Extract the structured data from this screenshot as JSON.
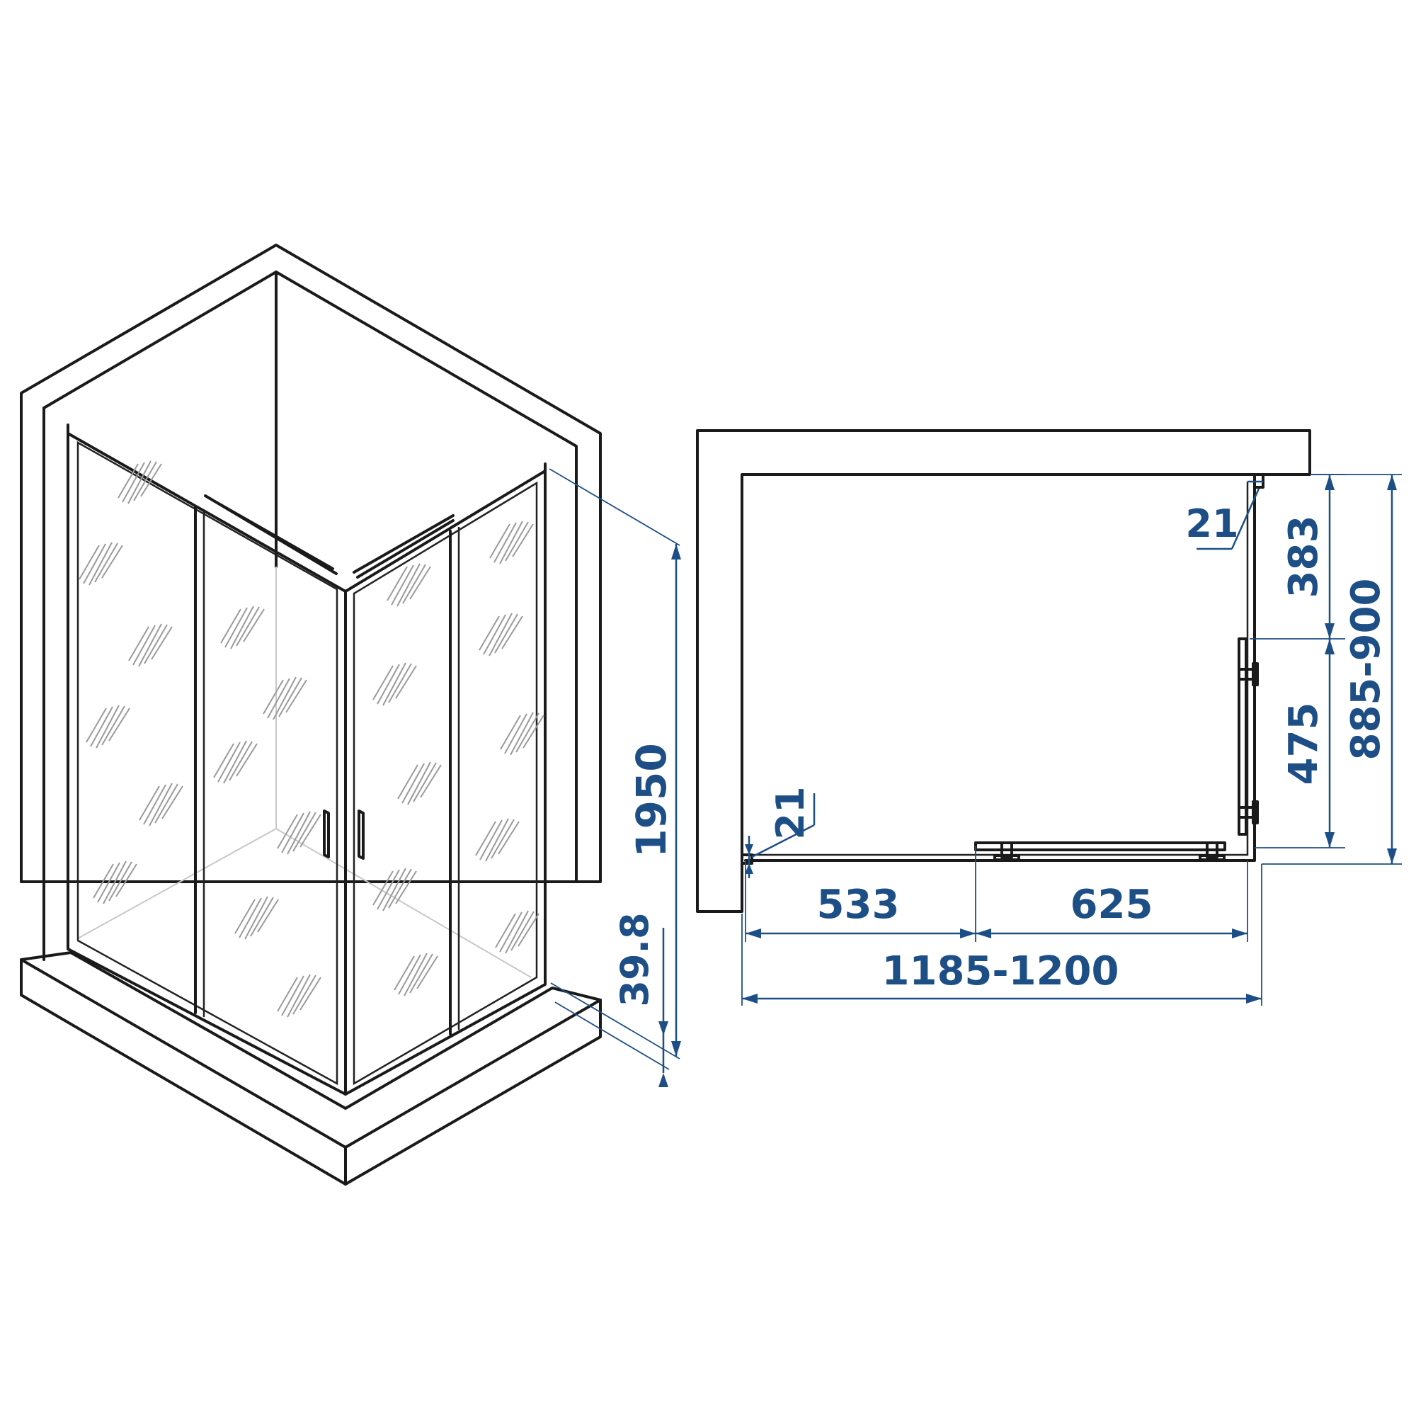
{
  "colors": {
    "dimension": "#1d4f86",
    "outline": "#1a1a1a",
    "background": "#ffffff"
  },
  "perspective_view": {
    "dimensions": {
      "height": "1950",
      "tray_height": "39.8"
    }
  },
  "plan_view": {
    "dimensions": {
      "segment_left": "533",
      "segment_right": "625",
      "total_width": "1185-1200",
      "side_upper": "383",
      "side_lower": "475",
      "total_depth": "885-900",
      "profile_top": "21",
      "profile_left": "21"
    }
  }
}
